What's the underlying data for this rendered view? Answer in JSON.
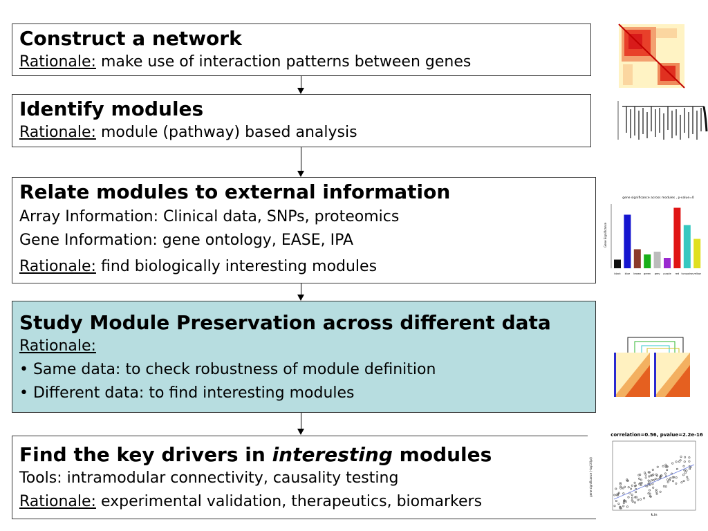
{
  "steps": [
    {
      "title": "Construct a network",
      "lines": [
        {
          "prefix": "Rationale:",
          "text": " make use of interaction patterns between genes"
        }
      ]
    },
    {
      "title": "Identify modules",
      "lines": [
        {
          "prefix": "Rationale:",
          "text": " module (pathway) based analysis"
        }
      ]
    },
    {
      "title": "Relate modules to external information",
      "lines": [
        {
          "text": "Array Information: Clinical data, SNPs, proteomics"
        },
        {
          "text": "Gene Information: gene ontology, EASE, IPA"
        },
        {
          "prefix": "Rationale:",
          "text": " find biologically interesting modules"
        }
      ]
    },
    {
      "title": "Study Module Preservation across different data",
      "lines": [
        {
          "prefix": "Rationale:",
          "text": " "
        },
        {
          "text": "• Same data: to check robustness of module definition"
        },
        {
          "text": "• Different data: to find interesting modules"
        }
      ]
    },
    {
      "title_pre": "Find the key drivers in ",
      "title_em": "interesting",
      "title_post": " modules",
      "lines": [
        {
          "text": "Tools: intramodular connectivity, causality testing"
        },
        {
          "prefix": "Rationale:",
          "text": " experimental validation, therapeutics, biomarkers"
        }
      ]
    }
  ],
  "thumbnails": {
    "barplot_title": "gene significance across modules , p-value=0",
    "barplot_ylabel": "Gene Significance",
    "barplot_categories": [
      "black",
      "blue",
      "brown",
      "green",
      "grey",
      "purple",
      "red",
      "turquoise",
      "yellow"
    ],
    "barplot_values": [
      0.25,
      1.55,
      0.55,
      0.4,
      0.48,
      0.3,
      1.75,
      1.25,
      0.85
    ],
    "barplot_colors": [
      "#111111",
      "#1515d0",
      "#8b3a2a",
      "#19b019",
      "#bcbcbc",
      "#9a2ad0",
      "#e01515",
      "#35c8c0",
      "#e0e020"
    ],
    "scatter_title": "correlation=0.56, pvalue=2.2e-16",
    "scatter_ylabel": "gene significance (-log10(p))",
    "scatter_xlabel": "k.in"
  }
}
